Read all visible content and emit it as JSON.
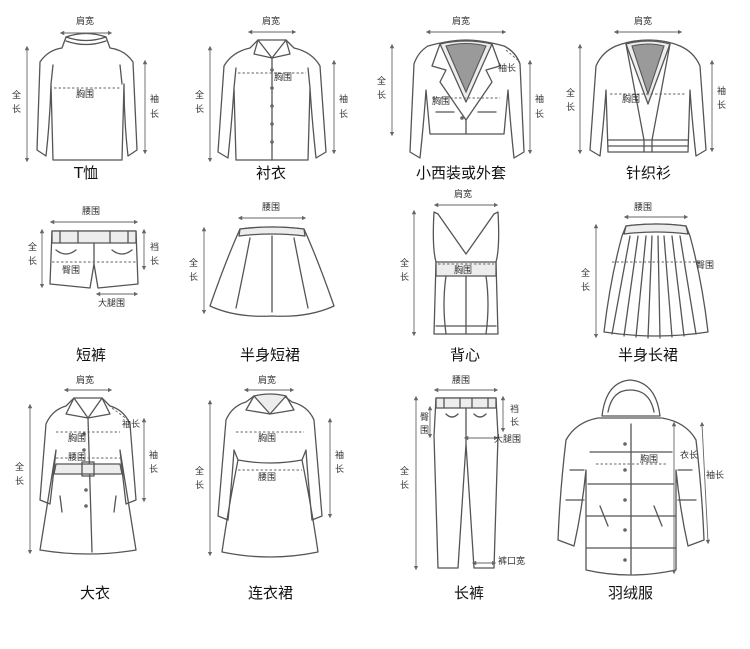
{
  "garments": [
    {
      "caption": "T恤",
      "labels": {
        "shoulder": "肩宽",
        "length_a": "全",
        "length_b": "长",
        "chest": "胸围",
        "sleeve_a": "袖",
        "sleeve_b": "长"
      }
    },
    {
      "caption": "衬衣",
      "labels": {
        "shoulder": "肩宽",
        "length_a": "全",
        "length_b": "长",
        "chest": "胸围",
        "sleeve_a": "袖",
        "sleeve_b": "长"
      }
    },
    {
      "caption": "小西装或外套",
      "labels": {
        "shoulder": "肩宽",
        "length_a": "全",
        "length_b": "长",
        "chest": "胸围",
        "sleeve": "袖长",
        "sleeve_a": "袖",
        "sleeve_b": "长"
      }
    },
    {
      "caption": "针织衫",
      "labels": {
        "shoulder": "肩宽",
        "length_a": "全",
        "length_b": "长",
        "chest": "胸围",
        "sleeve_a": "袖",
        "sleeve_b": "长"
      }
    },
    {
      "caption": "短裤",
      "labels": {
        "waist": "腰围",
        "length_a": "全",
        "length_b": "长",
        "hip": "臀围",
        "rise_a": "裆",
        "rise_b": "长",
        "thigh": "大腿围"
      }
    },
    {
      "caption": "半身短裙",
      "labels": {
        "waist": "腰围",
        "length_a": "全",
        "length_b": "长"
      }
    },
    {
      "caption": "背心",
      "labels": {
        "shoulder": "肩宽",
        "length_a": "全",
        "length_b": "长",
        "chest": "胸围"
      }
    },
    {
      "caption": "半身长裙",
      "labels": {
        "waist": "腰围",
        "length_a": "全",
        "length_b": "长",
        "hip": "臀围"
      }
    },
    {
      "caption": "大衣",
      "labels": {
        "shoulder": "肩宽",
        "length_a": "全",
        "length_b": "长",
        "chest": "胸围",
        "waist": "腰围",
        "sleeve": "袖长",
        "sleeve_a": "袖",
        "sleeve_b": "长"
      }
    },
    {
      "caption": "连衣裙",
      "labels": {
        "shoulder": "肩宽",
        "length_a": "全",
        "length_b": "长",
        "chest": "胸围",
        "waist": "腰围",
        "sleeve_a": "袖",
        "sleeve_b": "长"
      }
    },
    {
      "caption": "长裤",
      "labels": {
        "waist": "腰围",
        "length_a": "全",
        "length_b": "长",
        "hip_a": "臀",
        "hip_b": "围",
        "rise_a": "裆",
        "rise_b": "长",
        "thigh": "大腿围",
        "hem": "裤口宽"
      }
    },
    {
      "caption": "羽绒服",
      "labels": {
        "chest": "胸围",
        "length": "衣长",
        "sleeve": "袖长"
      }
    }
  ]
}
